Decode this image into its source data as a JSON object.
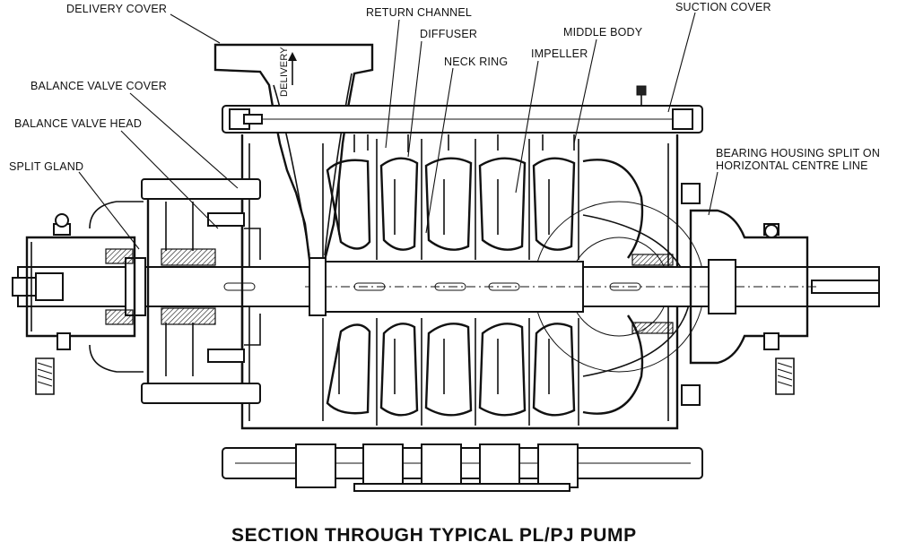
{
  "title": "SECTION THROUGH TYPICAL PL/PJ PUMP",
  "labels": {
    "delivery_cover": "DELIVERY COVER",
    "return_channel": "RETURN CHANNEL",
    "diffuser": "DIFFUSER",
    "neck_ring": "NECK RING",
    "impeller": "IMPELLER",
    "middle_body": "MIDDLE BODY",
    "suction_cover": "SUCTION COVER",
    "balance_valve_cover": "BALANCE VALVE COVER",
    "balance_valve_head": "BALANCE VALVE HEAD",
    "split_gland": "SPLIT GLAND",
    "bearing_housing_line1": "BEARING HOUSING SPLIT ON",
    "bearing_housing_line2": "HORIZONTAL CENTRE LINE",
    "delivery_flow": "DELIVERY"
  }
}
